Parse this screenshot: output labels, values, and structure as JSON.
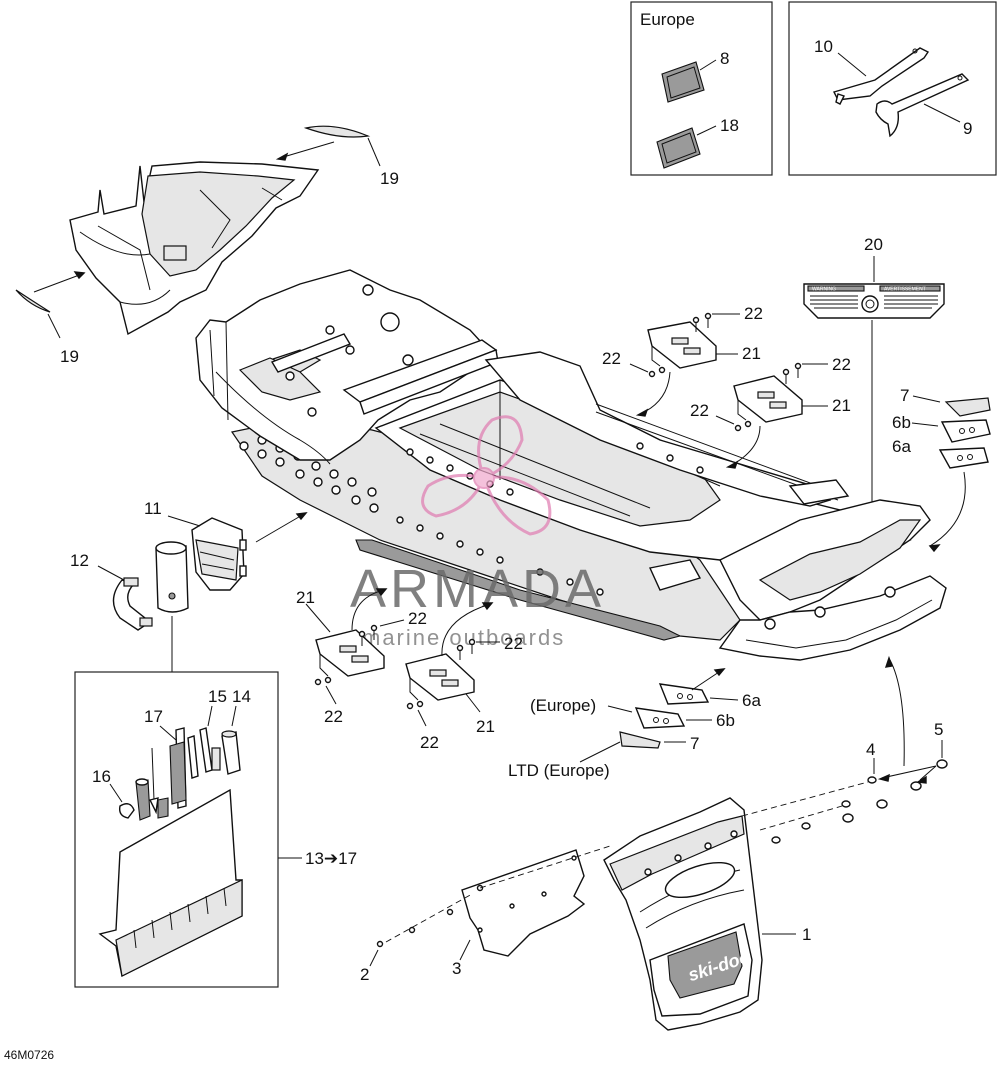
{
  "diagram": {
    "code": "46M0726",
    "europe_box_title": "Europe",
    "watermark": {
      "brand": "ARMADA",
      "tagline": "marine outboards"
    },
    "callouts": {
      "c1": "1",
      "c2": "2",
      "c3": "3",
      "c4": "4",
      "c5": "5",
      "c6a_top": "6a",
      "c6b_top": "6b",
      "c7_top": "7",
      "c6a_bot": "6a",
      "c6b_bot": "6b",
      "c7_bot": "7",
      "c8": "8",
      "c9": "9",
      "c10": "10",
      "c11": "11",
      "c12": "12",
      "c13_17": "13➔17",
      "c14": "14",
      "c15": "15",
      "c16": "16",
      "c17": "17",
      "c18": "18",
      "c19_top": "19",
      "c19_left": "19",
      "c20": "20",
      "c21_a": "21",
      "c21_b": "21",
      "c21_c": "21",
      "c21_d": "21",
      "c22_a": "22",
      "c22_b": "22",
      "c22_c": "22",
      "c22_d": "22",
      "c22_e": "22",
      "c22_f": "22",
      "c22_g": "22",
      "c22_h": "22"
    },
    "notes": {
      "europe_paren": "(Europe)",
      "ltd_europe": "LTD (Europe)"
    },
    "decal_titles": {
      "warning": "WARNING",
      "avertissement": "AVERTISSEMENT"
    },
    "mudflap_logo": "ski-doo"
  }
}
